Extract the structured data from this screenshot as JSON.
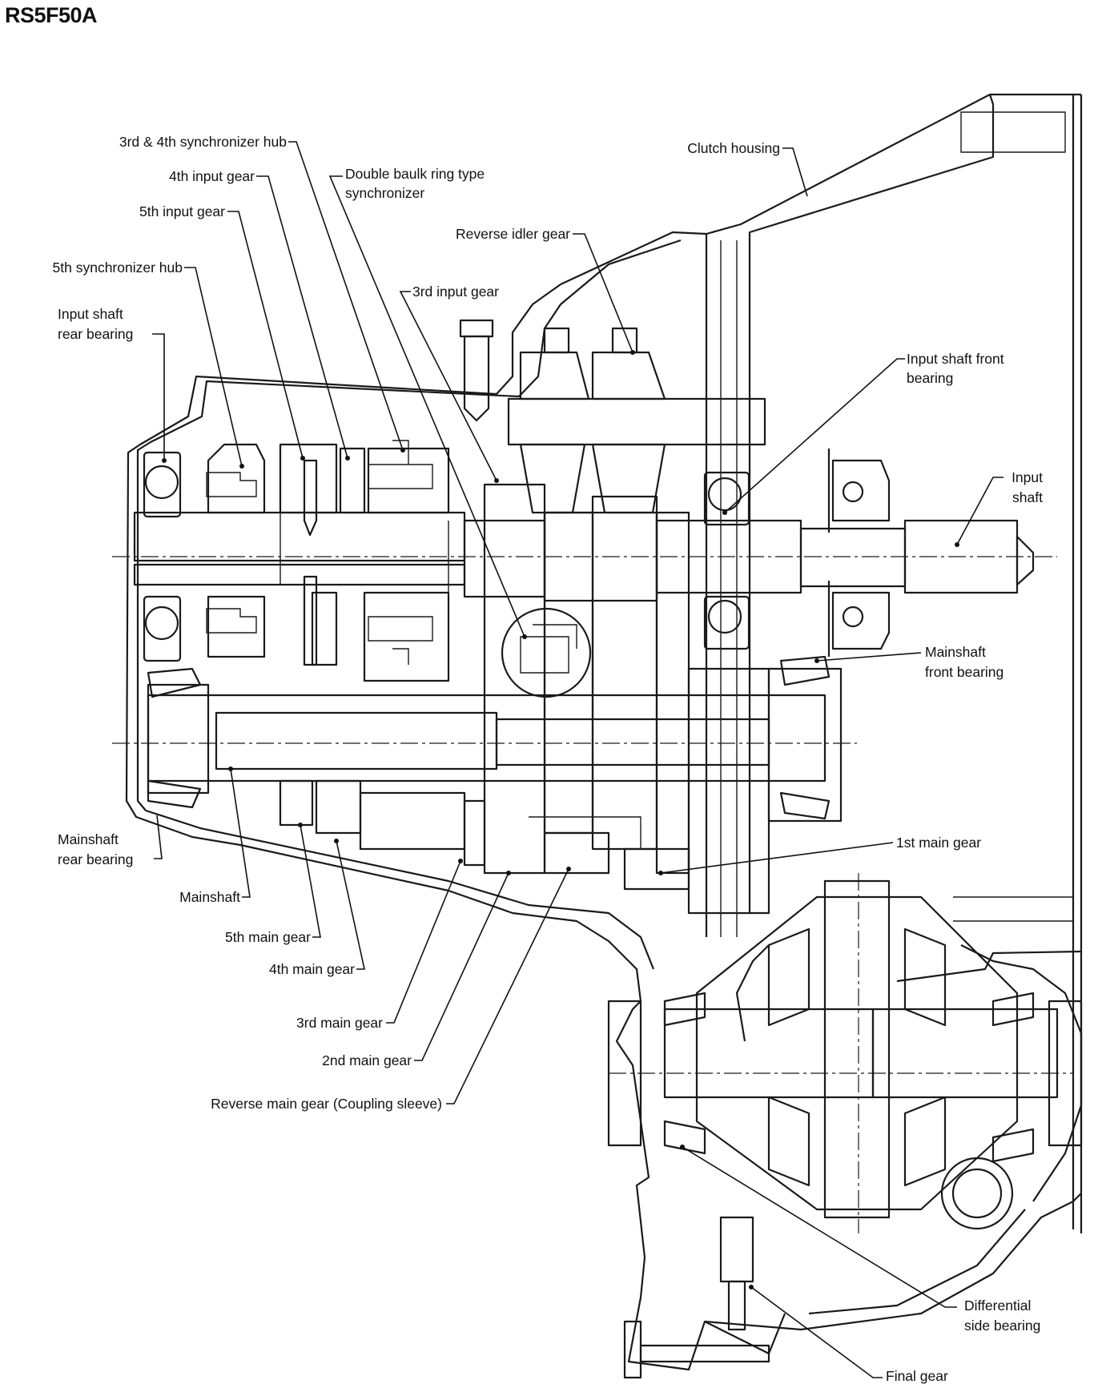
{
  "title": "RS5F50A",
  "labels": {
    "sync_34_hub": "3rd & 4th synchronizer hub",
    "input_4th_gear": "4th input gear",
    "input_5th_gear": "5th input gear",
    "sync_5th_hub": "5th synchronizer hub",
    "input_shaft_rear_bearing_1": "Input shaft",
    "input_shaft_rear_bearing_2": "rear bearing",
    "double_baulk_1": "Double baulk ring type",
    "double_baulk_2": "synchronizer",
    "reverse_idler_gear": "Reverse idler gear",
    "input_3rd_gear": "3rd input gear",
    "clutch_housing": "Clutch housing",
    "input_shaft_front_bearing_1": "Input shaft front",
    "input_shaft_front_bearing_2": "bearing",
    "input_shaft_1": "Input",
    "input_shaft_2": "shaft",
    "mainshaft_front_bearing_1": "Mainshaft",
    "mainshaft_front_bearing_2": "front bearing",
    "mainshaft_rear_bearing_1": "Mainshaft",
    "mainshaft_rear_bearing_2": "rear bearing",
    "mainshaft": "Mainshaft",
    "main_5th_gear": "5th main gear",
    "main_4th_gear": "4th main gear",
    "main_3rd_gear": "3rd main gear",
    "main_2nd_gear": "2nd main gear",
    "main_1st_gear": "1st main gear",
    "reverse_main_gear": "Reverse main gear (Coupling sleeve)",
    "differential_side_bearing_1": "Differential",
    "differential_side_bearing_2": "side bearing",
    "final_gear": "Final gear"
  }
}
